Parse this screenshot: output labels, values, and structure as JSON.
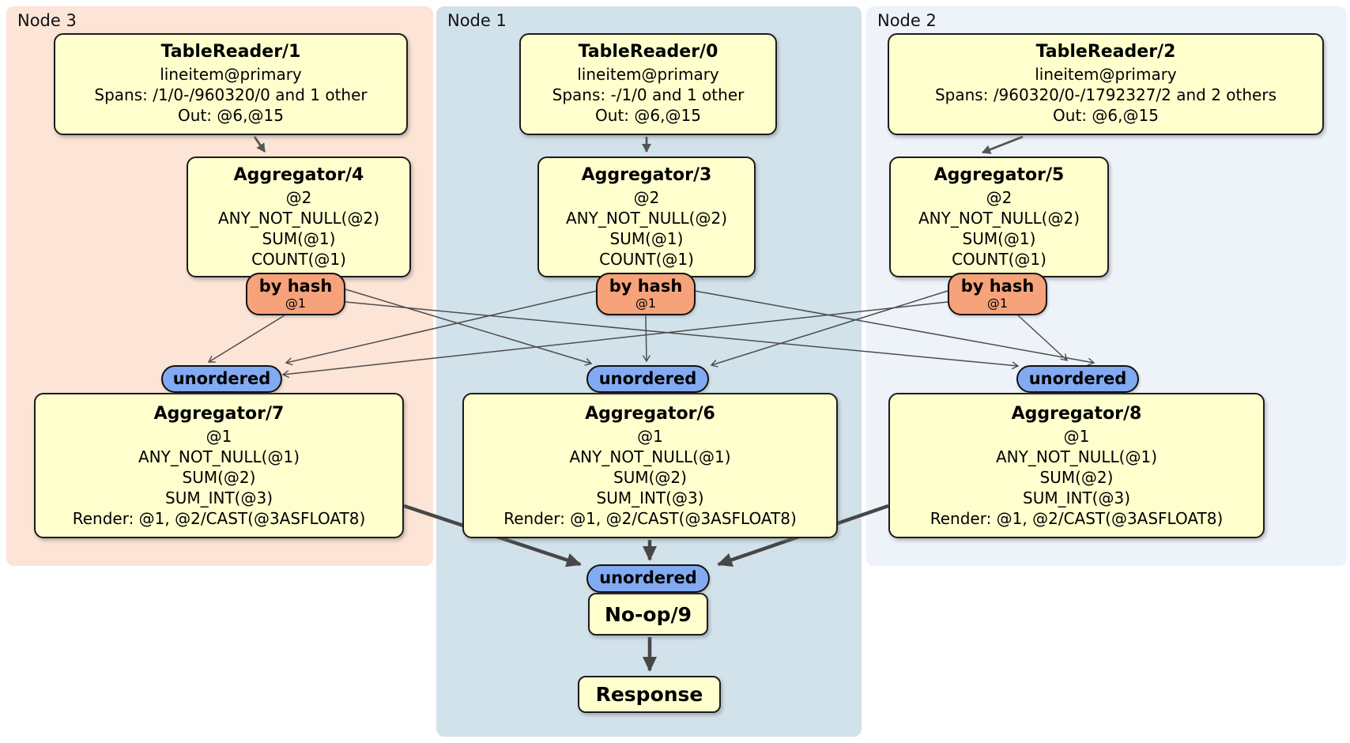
{
  "regions": {
    "node3": {
      "label": "Node 3",
      "color": "#fce4d6"
    },
    "node1": {
      "label": "Node 1",
      "color": "#d2e2eb"
    },
    "node2": {
      "label": "Node 2",
      "color": "#eef3fa"
    }
  },
  "labels": {
    "by_hash": "by hash",
    "by_hash_detail": "@1",
    "unordered": "unordered"
  },
  "p": {
    "tr1": {
      "title": "TableReader/1",
      "lines": [
        "lineitem@primary",
        "Spans: /1/0-/960320/0 and 1 other",
        "Out: @6,@15"
      ]
    },
    "tr0": {
      "title": "TableReader/0",
      "lines": [
        "lineitem@primary",
        "Spans: -/1/0 and 1 other",
        "Out: @6,@15"
      ]
    },
    "tr2": {
      "title": "TableReader/2",
      "lines": [
        "lineitem@primary",
        "Spans: /960320/0-/1792327/2 and 2 others",
        "Out: @6,@15"
      ]
    },
    "agg4": {
      "title": "Aggregator/4",
      "lines": [
        "@2",
        "ANY_NOT_NULL(@2)",
        "SUM(@1)",
        "COUNT(@1)"
      ]
    },
    "agg3": {
      "title": "Aggregator/3",
      "lines": [
        "@2",
        "ANY_NOT_NULL(@2)",
        "SUM(@1)",
        "COUNT(@1)"
      ]
    },
    "agg5": {
      "title": "Aggregator/5",
      "lines": [
        "@2",
        "ANY_NOT_NULL(@2)",
        "SUM(@1)",
        "COUNT(@1)"
      ]
    },
    "agg7": {
      "title": "Aggregator/7",
      "lines": [
        "@1",
        "ANY_NOT_NULL(@1)",
        "SUM(@2)",
        "SUM_INT(@3)",
        "Render: @1, @2/CAST(@3ASFLOAT8)"
      ]
    },
    "agg6": {
      "title": "Aggregator/6",
      "lines": [
        "@1",
        "ANY_NOT_NULL(@1)",
        "SUM(@2)",
        "SUM_INT(@3)",
        "Render: @1, @2/CAST(@3ASFLOAT8)"
      ]
    },
    "agg8": {
      "title": "Aggregator/8",
      "lines": [
        "@1",
        "ANY_NOT_NULL(@1)",
        "SUM(@2)",
        "SUM_INT(@3)",
        "Render: @1, @2/CAST(@3ASFLOAT8)"
      ]
    },
    "noop": {
      "title": "No-op/9"
    },
    "resp": {
      "title": "Response"
    }
  },
  "colors": {
    "processor_fill": "#ffffce",
    "router_fill": "#f6a27a",
    "stream_fill": "#82aaf2",
    "edge": "#4d4d4d",
    "region_node3": "#fce4d6",
    "region_node1": "#d2e2eb",
    "region_node2": "#eef3fa"
  }
}
